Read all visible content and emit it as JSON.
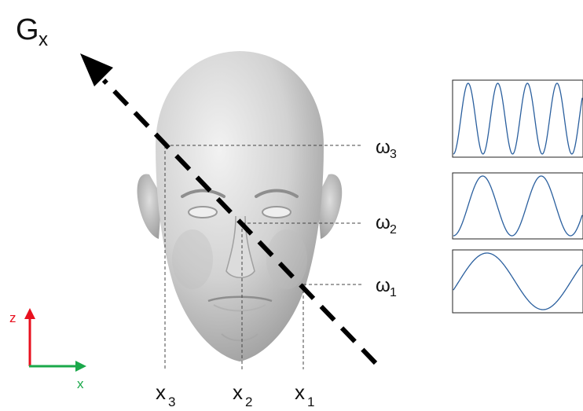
{
  "gradient_label": {
    "main": "G",
    "sub": "x"
  },
  "frequency_labels": [
    {
      "main": "ω",
      "sub": "3"
    },
    {
      "main": "ω",
      "sub": "2"
    },
    {
      "main": "ω",
      "sub": "1"
    }
  ],
  "position_labels": [
    {
      "main": "x",
      "sub": "3"
    },
    {
      "main": "x",
      "sub": "2"
    },
    {
      "main": "x",
      "sub": "1"
    }
  ],
  "axis_labels": {
    "vertical": "z",
    "horizontal": "x"
  },
  "colors": {
    "z_axis": "#e8101e",
    "x_axis": "#1aa84a",
    "wave": "#2a5f9e",
    "head_light": "#e9e9e9",
    "head_dark": "#9c9c9c",
    "arrow": "#000000"
  },
  "waveforms": [
    {
      "frequency": "ω3",
      "cycles_shown": 4.35,
      "phase": "starts at trough, rising"
    },
    {
      "frequency": "ω2",
      "cycles_shown": 2.2,
      "phase": "starts at trough, rising"
    },
    {
      "frequency": "ω1",
      "cycles_shown": 1.15,
      "phase": "starts near center, rising"
    }
  ]
}
